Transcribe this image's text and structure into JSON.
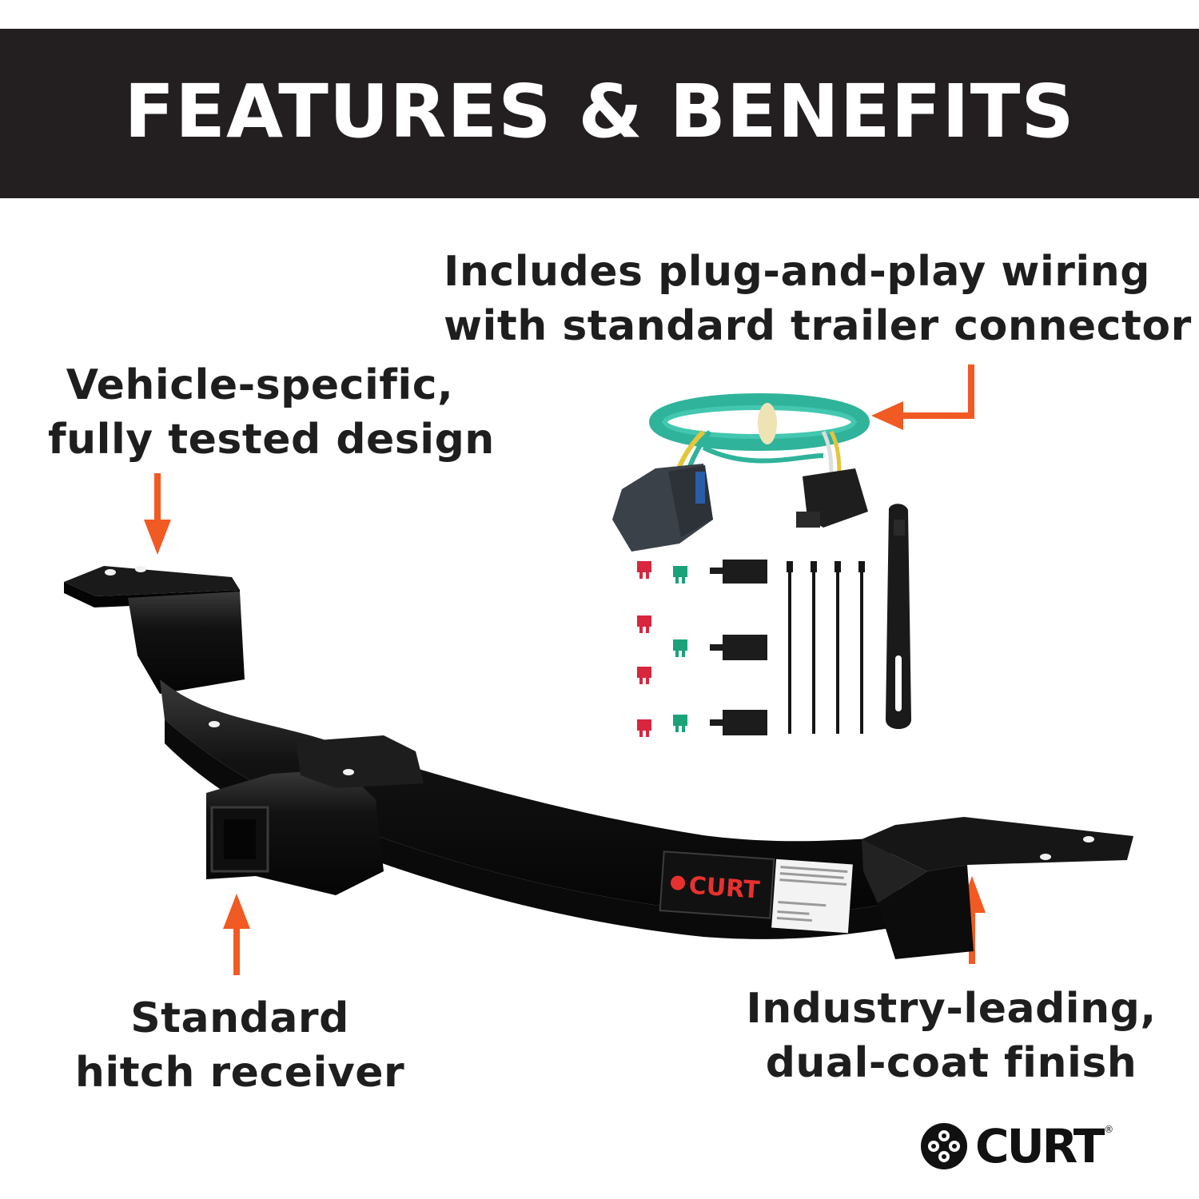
{
  "banner": {
    "title": "FEATURES & BENEFITS"
  },
  "callouts": {
    "wiring": [
      "Includes plug-and-play wiring",
      "with standard trailer connector"
    ],
    "vehicle": [
      "Vehicle-specific,",
      "fully tested design"
    ],
    "receiver": [
      "Standard",
      "hitch receiver"
    ],
    "finish": [
      "Industry-leading,",
      "dual-coat finish"
    ]
  },
  "brand": {
    "name": "CURT",
    "reg": "®",
    "label_text": "CURT"
  },
  "colors": {
    "banner": "#231f20",
    "arrow": "#f15a22",
    "hitch": "#111111",
    "wire_green": "#2fb39b",
    "fuse_red": "#d7263d",
    "fuse_green": "#1aa37a"
  },
  "icons": [
    "arrow-down-icon",
    "arrow-up-icon",
    "arrow-left-icon",
    "curt-logo-icon"
  ]
}
